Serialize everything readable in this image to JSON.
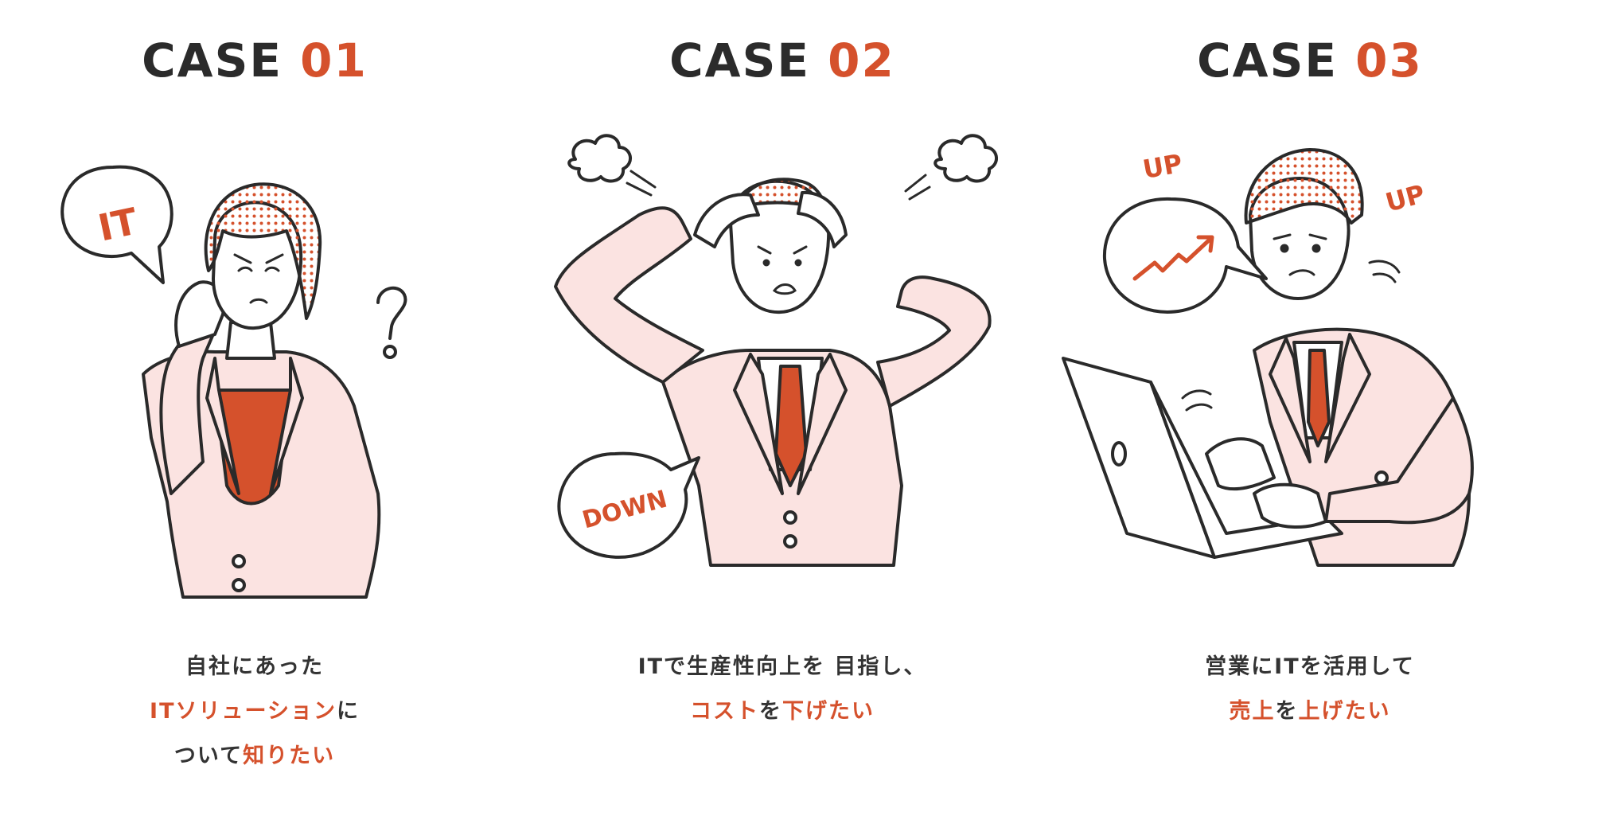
{
  "cases": [
    {
      "label": "CASE",
      "number": "01",
      "bubble": "IT",
      "caption": [
        [
          {
            "text": "自社にあった",
            "hl": false
          }
        ],
        [
          {
            "text": "ITソリューション",
            "hl": true
          },
          {
            "text": "に",
            "hl": false
          }
        ],
        [
          {
            "text": "ついて",
            "hl": false
          },
          {
            "text": "知りたい",
            "hl": true
          }
        ]
      ]
    },
    {
      "label": "CASE",
      "number": "02",
      "bubble": "DOWN",
      "caption": [
        [
          {
            "text": "ITで生産性向上を 目指し、",
            "hl": false
          }
        ],
        [
          {
            "text": "コスト",
            "hl": true
          },
          {
            "text": "を",
            "hl": false
          },
          {
            "text": "下げたい",
            "hl": true
          }
        ]
      ]
    },
    {
      "label": "CASE",
      "number": "03",
      "bubble": "UP",
      "bubble2": "UP",
      "caption": [
        [
          {
            "text": "営業にITを活用して",
            "hl": false
          }
        ],
        [
          {
            "text": "売上",
            "hl": true
          },
          {
            "text": "を",
            "hl": false
          },
          {
            "text": "上げたい",
            "hl": true
          }
        ]
      ]
    }
  ],
  "colors": {
    "accent": "#d5512c",
    "title": "#2b2b2b",
    "text": "#333333",
    "suit": "#fbe3e1",
    "line": "#2a2a2a"
  }
}
